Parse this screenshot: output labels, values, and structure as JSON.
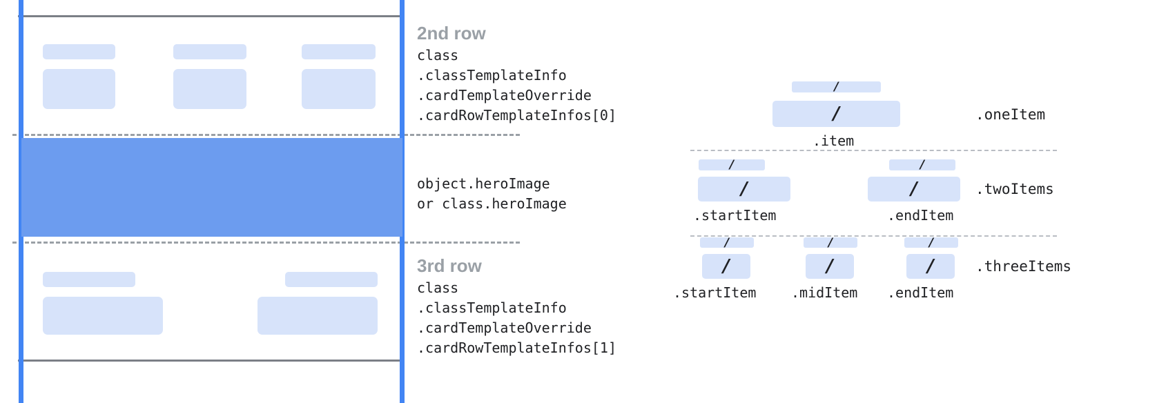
{
  "colors": {
    "chip_fill": "#D7E3FA",
    "hero_fill": "#6C9CEF",
    "guide_blue": "#4285F4",
    "rule_gray": "#7b7f86",
    "dashed_gray": "#9aa0a6",
    "title_gray": "#9aa0a6",
    "text_dark": "#202124"
  },
  "left_panel": {
    "second_row": {
      "title": "2nd row",
      "code_lines": [
        "class",
        ".classTemplateInfo",
        ".cardTemplateOverride",
        ".cardRowTemplateInfos[0]"
      ]
    },
    "hero": {
      "code_lines": [
        "object.heroImage",
        "or class.heroImage"
      ]
    },
    "third_row": {
      "title": "3rd row",
      "code_lines": [
        "class",
        ".classTemplateInfo",
        ".cardTemplateOverride",
        ".cardRowTemplateInfos[1]"
      ]
    }
  },
  "right_panel": {
    "glyph": "/",
    "groups": [
      {
        "label": ".oneItem",
        "captions": [
          ".item"
        ],
        "items": [
          "item"
        ]
      },
      {
        "label": ".twoItems",
        "captions": [
          ".startItem",
          ".endItem"
        ],
        "items": [
          "startItem",
          "endItem"
        ]
      },
      {
        "label": ".threeItems",
        "captions": [
          ".startItem",
          ".midItem",
          ".endItem"
        ],
        "items": [
          "startItem",
          "midItem",
          "endItem"
        ]
      }
    ]
  }
}
